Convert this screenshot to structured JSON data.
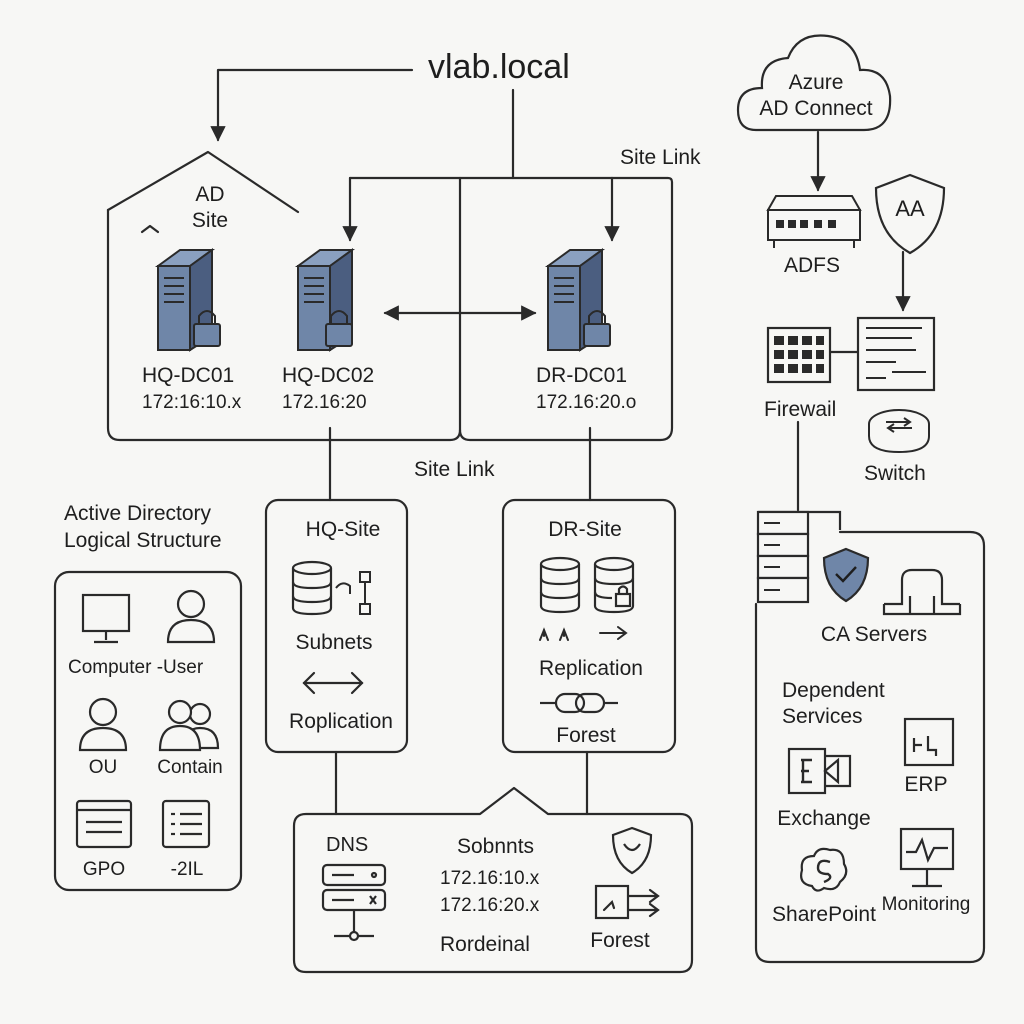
{
  "title": "vlab.local",
  "ad_site": {
    "line1": "AD",
    "line2": "Site"
  },
  "site_link_top": "Site Link",
  "site_link_mid": "Site Link",
  "servers": [
    {
      "name": "HQ-DC01",
      "ip": "172:16:10.x"
    },
    {
      "name": "HQ-DC02",
      "ip": "172.16:20"
    },
    {
      "name": "DR-DC01",
      "ip": "172.16:20.o"
    }
  ],
  "cloud": {
    "line1": "Azure",
    "line2": "AD Connect"
  },
  "adfs": "ADFS",
  "aa": "AA",
  "firewall": "Firewail",
  "switch": "Switch",
  "logical": {
    "heading1": "Active Directory",
    "heading2": "Logical Structure",
    "computer_user": "Computer -User",
    "ou": "OU",
    "contain": "Contain",
    "gpo": "GPO",
    "other": "-2IL"
  },
  "hq_site": {
    "title": "HQ-Site",
    "subnets": "Subnets",
    "replication": "Roplication"
  },
  "dr_site": {
    "title": "DR-Site",
    "replication": "Replication",
    "forest": "Forest"
  },
  "bottom": {
    "dns": "DNS",
    "subnets_title": "Sobnnts",
    "subnet1": "172.16:10.x",
    "subnet2": "172.16:20.x",
    "rordeinal": "Rordeinal",
    "forest": "Forest"
  },
  "ca": {
    "title": "CA Servers",
    "dependent1": "Dependent",
    "dependent2": "Services",
    "erp": "ERP",
    "exchange": "Exchange",
    "sharepoint": "SharePoint",
    "monitoring": "Monitoring"
  },
  "colors": {
    "server_fill": "#6f86a8",
    "server_dark": "#34425a",
    "line": "#2a2a2a",
    "background": "#f7f7f5"
  }
}
